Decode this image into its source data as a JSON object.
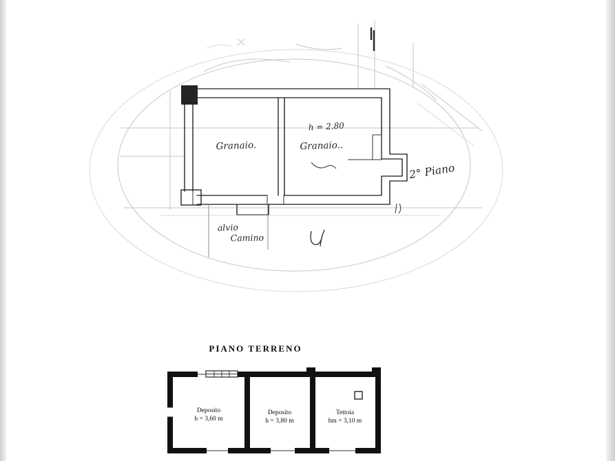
{
  "colors": {
    "ink": "#1b1b1b",
    "pencil": "#8e8e8e",
    "paper": "#ffffff"
  },
  "upper_plan": {
    "room_left_label": "Granaio.",
    "room_right_label": "Granaio..",
    "height_note": "h = 2.80",
    "floor_note": "2° Piano",
    "note_alvio": "alvio",
    "note_camino": "Camino"
  },
  "lower_plan": {
    "title": "PIANO TERRENO",
    "rooms": [
      {
        "name": "Deposito",
        "height": "h = 3,60 m"
      },
      {
        "name": "Deposito",
        "height": "h = 3,80 m"
      },
      {
        "name": "Tettoia",
        "height": "hm = 3,10 m"
      }
    ]
  }
}
